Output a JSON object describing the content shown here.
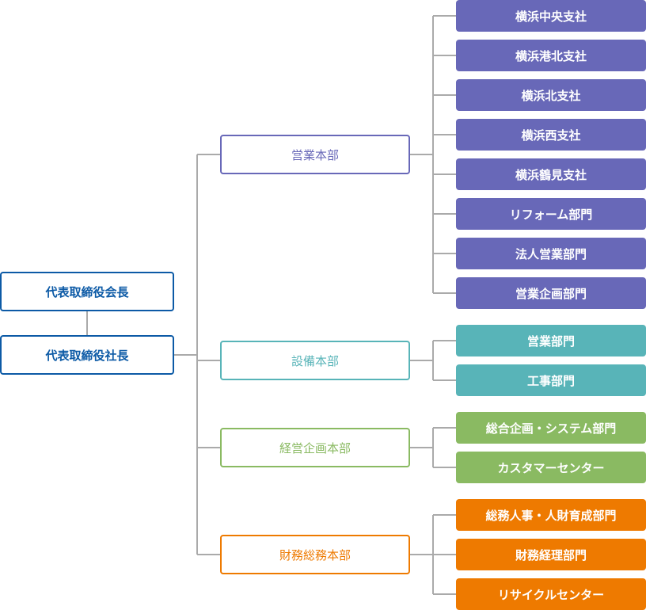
{
  "executives": {
    "chairman": "代表取締役会長",
    "president": "代表取締役社長"
  },
  "colors": {
    "executive": "#0c5aa6",
    "sales": "#6868b8",
    "facilities": "#58b4b8",
    "planning": "#8aba62",
    "finance": "#ee7a00",
    "connector": "#aaaaaa"
  },
  "divisions": [
    {
      "name": "営業本部",
      "units": [
        "横浜中央支社",
        "横浜港北支社",
        "横浜北支社",
        "横浜西支社",
        "横浜鶴見支社",
        "リフォーム部門",
        "法人営業部門",
        "営業企画部門"
      ]
    },
    {
      "name": "設備本部",
      "units": [
        "営業部門",
        "工事部門"
      ]
    },
    {
      "name": "経営企画本部",
      "units": [
        "総合企画・システム部門",
        "カスタマーセンター"
      ]
    },
    {
      "name": "財務総務本部",
      "units": [
        "総務人事・人財育成部門",
        "財務経理部門",
        "リサイクルセンター"
      ]
    }
  ]
}
